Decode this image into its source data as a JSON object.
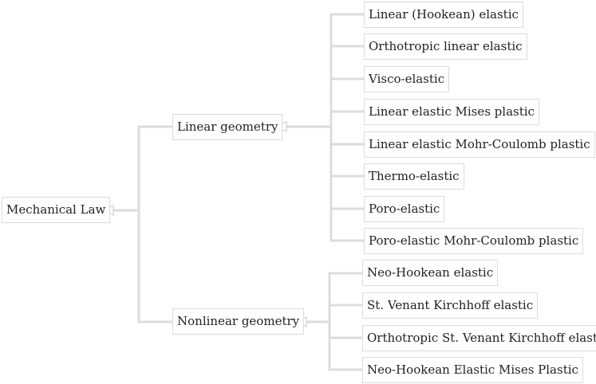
{
  "diagram": {
    "type": "tree",
    "root": {
      "label": "Mechanical Law",
      "children": [
        {
          "label": "Linear geometry",
          "children": [
            "Linear (Hookean) elastic",
            "Orthotropic linear elastic",
            "Visco-elastic",
            "Linear elastic Mises plastic",
            "Linear elastic Mohr-Coulomb plastic",
            "Thermo-elastic",
            "Poro-elastic",
            "Poro-elastic Mohr-Coulomb plastic"
          ]
        },
        {
          "label": "Nonlinear geometry",
          "children": [
            "Neo-Hookean elastic",
            "St. Venant Kirchhoff elastic",
            "Orthotropic St. Venant Kirchhoff elastic",
            "Neo-Hookean Elastic Mises Plastic"
          ]
        }
      ]
    },
    "colors": {
      "line": "#dcdcdc",
      "border": "#dcdcdc",
      "text": "#222222",
      "background": "#ffffff"
    }
  }
}
